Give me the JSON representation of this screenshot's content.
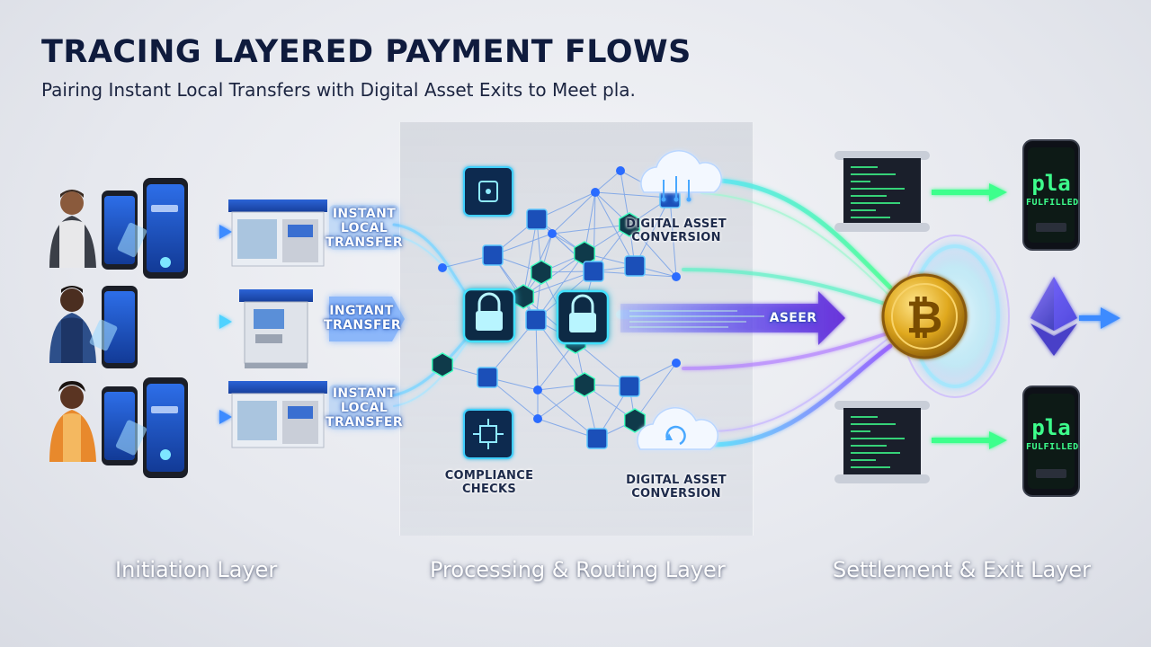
{
  "header": {
    "title": "TRACING LAYERED PAYMENT FLOWS",
    "subtitle": "Pairing Instant Local Transfers with Digital Asset Exits to Meet pla."
  },
  "transfers": [
    {
      "line1": "INSTANT",
      "line2": "LOCAL",
      "line3": "TRANSFER"
    },
    {
      "line1": "INGTANT",
      "line2": "TRANSFER",
      "line3": ""
    },
    {
      "line1": "INSTANT",
      "line2": "LOCAL",
      "line3": "TRANSFER"
    }
  ],
  "processing": {
    "conversion_top": {
      "line1": "DIGITAL ASSET",
      "line2": "CONVERSION"
    },
    "conversion_bottom": {
      "line1": "DIGITAL ASSET",
      "line2": "CONVERSION"
    },
    "compliance": {
      "line1": "COMPLIANCE",
      "line2": "CHECKS"
    },
    "arrow_label": "ASEER"
  },
  "settlement": {
    "top_phone": {
      "big": "pla",
      "small": "FULFILLED"
    },
    "bottom_phone": {
      "big": "pla",
      "small": "FULFILLED"
    }
  },
  "layers": {
    "initiation": "Initiation Layer",
    "processing": "Processing & Routing Layer",
    "settlement": "Settlement & Exit Layer"
  },
  "colors": {
    "title": "#0f1b3d",
    "accent_blue": "#2f7bff",
    "cyan": "#4fe3ff",
    "green": "#3dff8c",
    "purple": "#8a4dff",
    "coin_gold": "#d9a21c"
  },
  "icons": [
    "person-icon",
    "smartphone-icon",
    "bank-branch-icon",
    "atm-icon",
    "padlock-icon",
    "chip-icon",
    "cloud-icon",
    "blockchain-cube-icon",
    "terminal-scroll-icon",
    "bitcoin-coin-icon",
    "ethereum-icon"
  ]
}
